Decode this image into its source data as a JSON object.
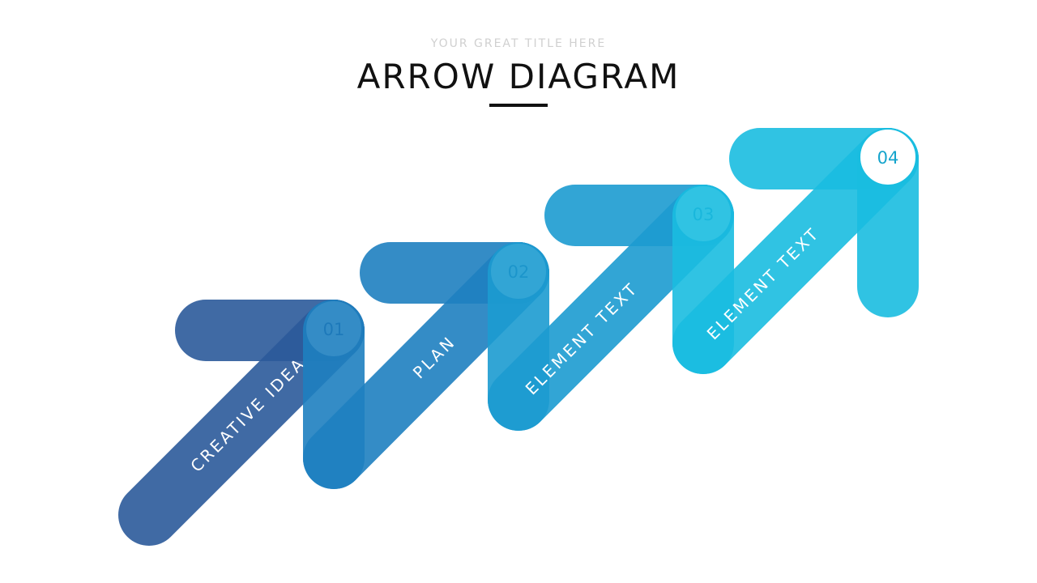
{
  "header": {
    "subtitle": "YOUR GREAT TITLE HERE",
    "title": "ARROW DIAGRAM"
  },
  "steps": [
    {
      "number": "01",
      "label": "CREATIVE IDEA",
      "color": "#2b5a9a",
      "number_color": "#1b3f80"
    },
    {
      "number": "02",
      "label": "PLAN",
      "color": "#1e7fc0",
      "number_color": "#1d5f9a"
    },
    {
      "number": "03",
      "label": "ELEMENT TEXT",
      "color": "#1c9bd0",
      "number_color": "#1781b8"
    },
    {
      "number": "04",
      "label": "ELEMENT TEXT",
      "color": "#19bde0",
      "number_color": "#15a4cc"
    }
  ]
}
